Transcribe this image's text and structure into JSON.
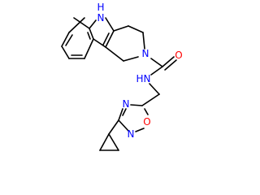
{
  "molecule": {
    "atoms": [
      {
        "id": "nh_indole",
        "text": "N",
        "subtext": "H",
        "element": "N",
        "color": "#0000ff"
      },
      {
        "id": "n_ring",
        "text": "N",
        "element": "N",
        "color": "#0000ff"
      },
      {
        "id": "o_carbonyl",
        "text": "O",
        "element": "O",
        "color": "#ff0000"
      },
      {
        "id": "nh_amide",
        "text": "N",
        "subtext": "H",
        "element": "N",
        "color": "#0000ff"
      },
      {
        "id": "n_oxadiazole_top",
        "text": "N",
        "element": "N",
        "color": "#0000ff"
      },
      {
        "id": "o_oxadiazole",
        "text": "O",
        "element": "O",
        "color": "#ff0000"
      },
      {
        "id": "n_oxadiazole_bottom",
        "text": "N",
        "element": "N",
        "color": "#0000ff"
      }
    ],
    "bond_color": "#000000"
  }
}
